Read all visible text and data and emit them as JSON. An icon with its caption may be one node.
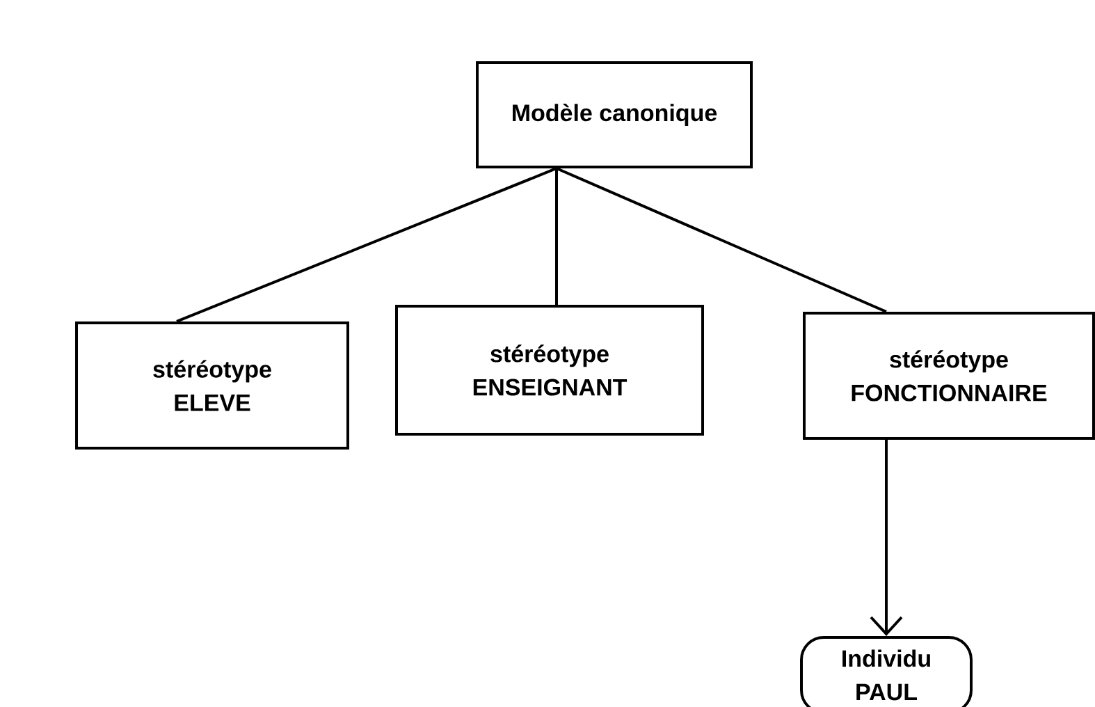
{
  "diagram": {
    "nodes": [
      {
        "text": [
          "Modèle canonique"
        ]
      },
      {
        "text": [
          "stéréotype",
          "ELEVE"
        ]
      },
      {
        "text": [
          "stéréotype",
          "ENSEIGNANT"
        ]
      },
      {
        "text": [
          "stéréotype",
          "FONCTIONNAIRE"
        ]
      },
      {
        "text": [
          "Individu",
          "PAUL"
        ]
      }
    ],
    "edges": [
      {
        "from": 0,
        "to": 1,
        "arrow": "none"
      },
      {
        "from": 0,
        "to": 2,
        "arrow": "none"
      },
      {
        "from": 0,
        "to": 3,
        "arrow": "none"
      },
      {
        "from": 3,
        "to": 4,
        "arrow": "to"
      }
    ]
  }
}
